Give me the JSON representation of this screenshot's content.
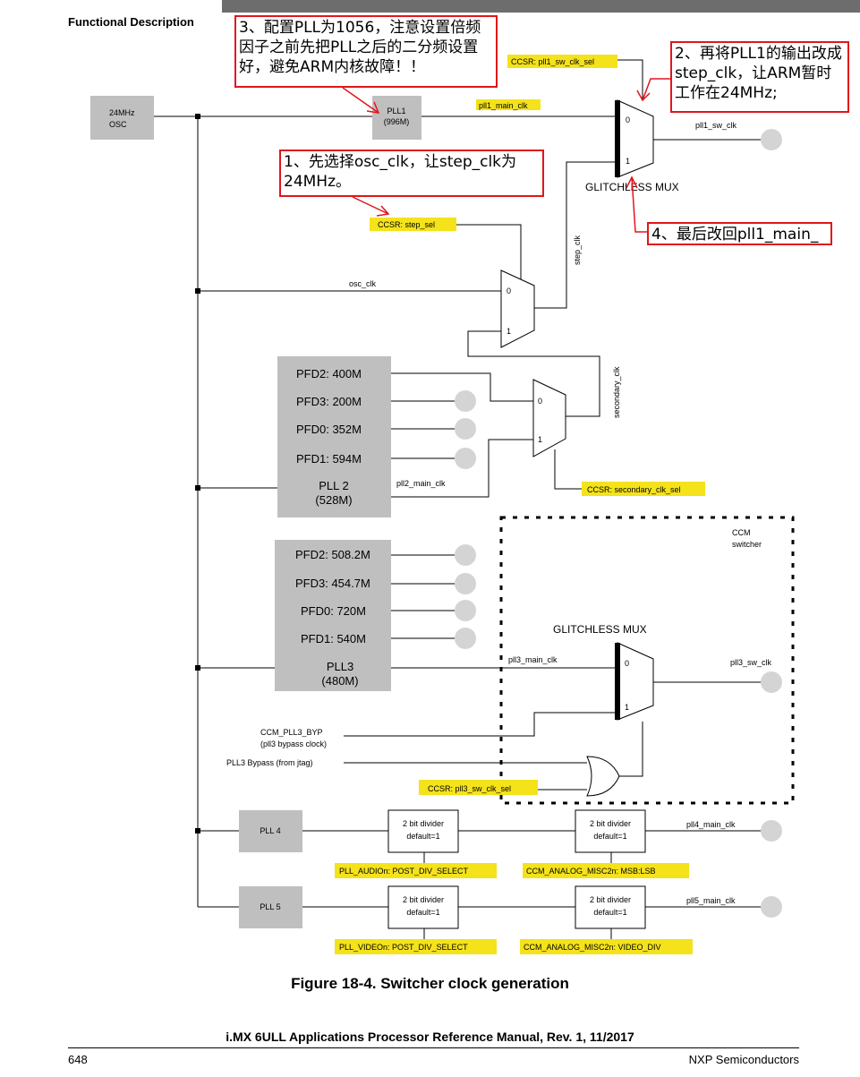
{
  "header": {
    "section": "Functional Description"
  },
  "figure": {
    "caption": "Figure 18-4. Switcher clock generation",
    "osc": [
      "24MHz",
      "OSC"
    ],
    "pll1": [
      "PLL1",
      "(996M)"
    ],
    "pll1_main_clk": "pll1_main_clk",
    "pll1_sw_clk": "pll1_sw_clk",
    "glitchless_mux": "GLITCHLESS MUX",
    "mux_in0": "0",
    "mux_in1": "1",
    "step_clk": "step_clk",
    "osc_clk": "osc_clk",
    "secondary_clk": "secondary_clk",
    "pll2_main_clk": "pll2_main_clk",
    "pll3_main_clk": "pll3_main_clk",
    "pll3_sw_clk": "pll3_sw_clk",
    "pll4_main_clk": "pll4_main_clk",
    "pll5_main_clk": "pll5_main_clk",
    "pll2_pfds": [
      "PFD2: 400M",
      "PFD3: 200M",
      "PFD0: 352M",
      "PFD1: 594M"
    ],
    "pll2_label": [
      "PLL 2",
      "(528M)"
    ],
    "pll3_pfds": [
      "PFD2: 508.2M",
      "PFD3: 454.7M",
      "PFD0: 720M",
      "PFD1: 540M"
    ],
    "pll3_label": [
      "PLL3",
      "(480M)"
    ],
    "ccm_switcher": [
      "CCM",
      "switcher"
    ],
    "ccm_pll3_byp": [
      "CCM_PLL3_BYP",
      "(pll3 bypass clock)"
    ],
    "pll3_bypass": "PLL3 Bypass (from jtag)",
    "pll4": "PLL 4",
    "pll5": "PLL 5",
    "divider": [
      "2 bit divider",
      "default=1"
    ],
    "sel": {
      "pll1_sw_clk_sel": "CCSR: pll1_sw_clk_sel",
      "step_sel": "CCSR: step_sel",
      "secondary_clk_sel": "CCSR: secondary_clk_sel",
      "pll3_sw_clk_sel": "CCSR: pll3_sw_clk_sel",
      "pll_audio": "PLL_AUDIOn: POST_DIV_SELECT",
      "misc2_msb_lsb": "CCM_ANALOG_MISC2n: MSB:LSB",
      "pll_video": "PLL_VIDEOn: POST_DIV_SELECT",
      "misc2_video_div": "CCM_ANALOG_MISC2n: VIDEO_DIV"
    }
  },
  "annotations": {
    "note1": "1、先选择osc_clk，让step_clk为24MHz。",
    "note2": "2、再将PLL1的输出改成step_clk，让ARM暂时工作在24MHz;",
    "note3": "3、配置PLL为1056，注意设置倍频因子之前先把PLL之后的二分频设置好，避免ARM内核故障！！",
    "note4": "4、最后改回pll1_main_"
  },
  "footer": {
    "title": "i.MX 6ULL Applications Processor Reference Manual, Rev. 1, 11/2017",
    "page": "648",
    "company": "NXP Semiconductors"
  },
  "colors": {
    "highlight": "#f4e21b",
    "block": "#bfbfbf",
    "note_border": "#e0161b",
    "endpoint": "#d4d4d4"
  }
}
